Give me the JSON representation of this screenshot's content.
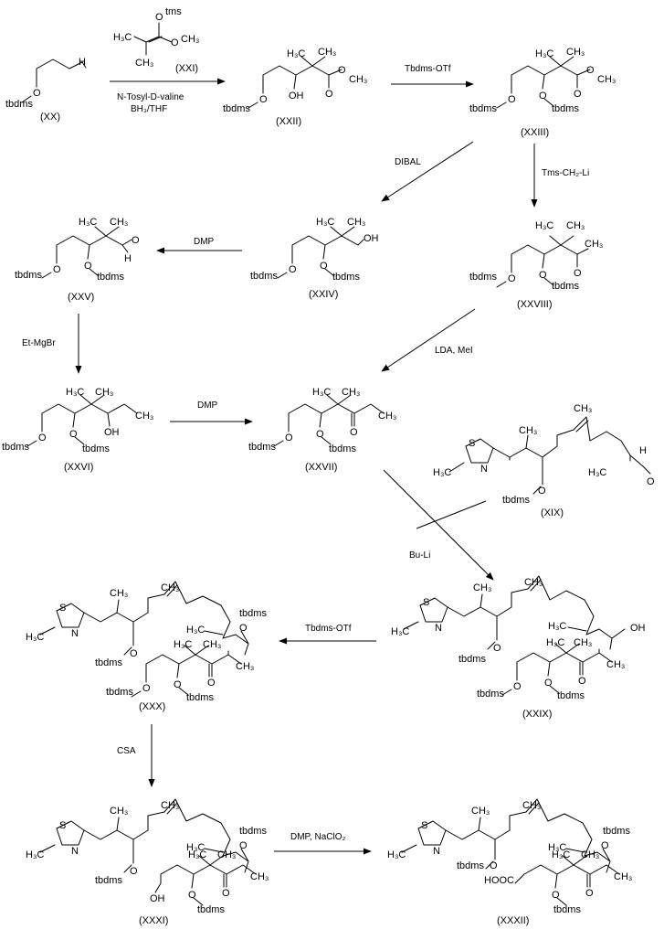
{
  "compounds": {
    "xx": "(XX)",
    "xxi": "(XXI)",
    "xxii": "(XXII)",
    "xxiii": "(XXIII)",
    "xxiv": "(XXIV)",
    "xxv": "(XXV)",
    "xxvi": "(XXVI)",
    "xxvii": "(XXVII)",
    "xxviii": "(XXVIII)",
    "xix": "(XIX)",
    "xxix": "(XXIX)",
    "xxx": "(XXX)",
    "xxxi": "(XXXI)",
    "xxxii": "(XXXII)"
  },
  "reagents": {
    "r1a": "N-Tosyl-D-valine",
    "r1b": "BH₃/THF",
    "r2": "Tbdms-OTf",
    "r3": "DIBAL",
    "r4": "Tms-CH₂-Li",
    "r5": "DMP",
    "r6": "Et-MgBr",
    "r7": "DMP",
    "r8": "LDA, MeI",
    "r9": "Bu-Li",
    "r10": "Tbdms-OTf",
    "r11": "CSA",
    "r12": "DMP, NaClO₂"
  },
  "atoms": {
    "tbdms": "tbdms",
    "tms": "tms",
    "o": "O",
    "h": "H",
    "oh": "OH",
    "ch3": "CH₃",
    "h3c": "H₃C",
    "s": "S",
    "n": "N",
    "hoocc": "HOOC"
  }
}
